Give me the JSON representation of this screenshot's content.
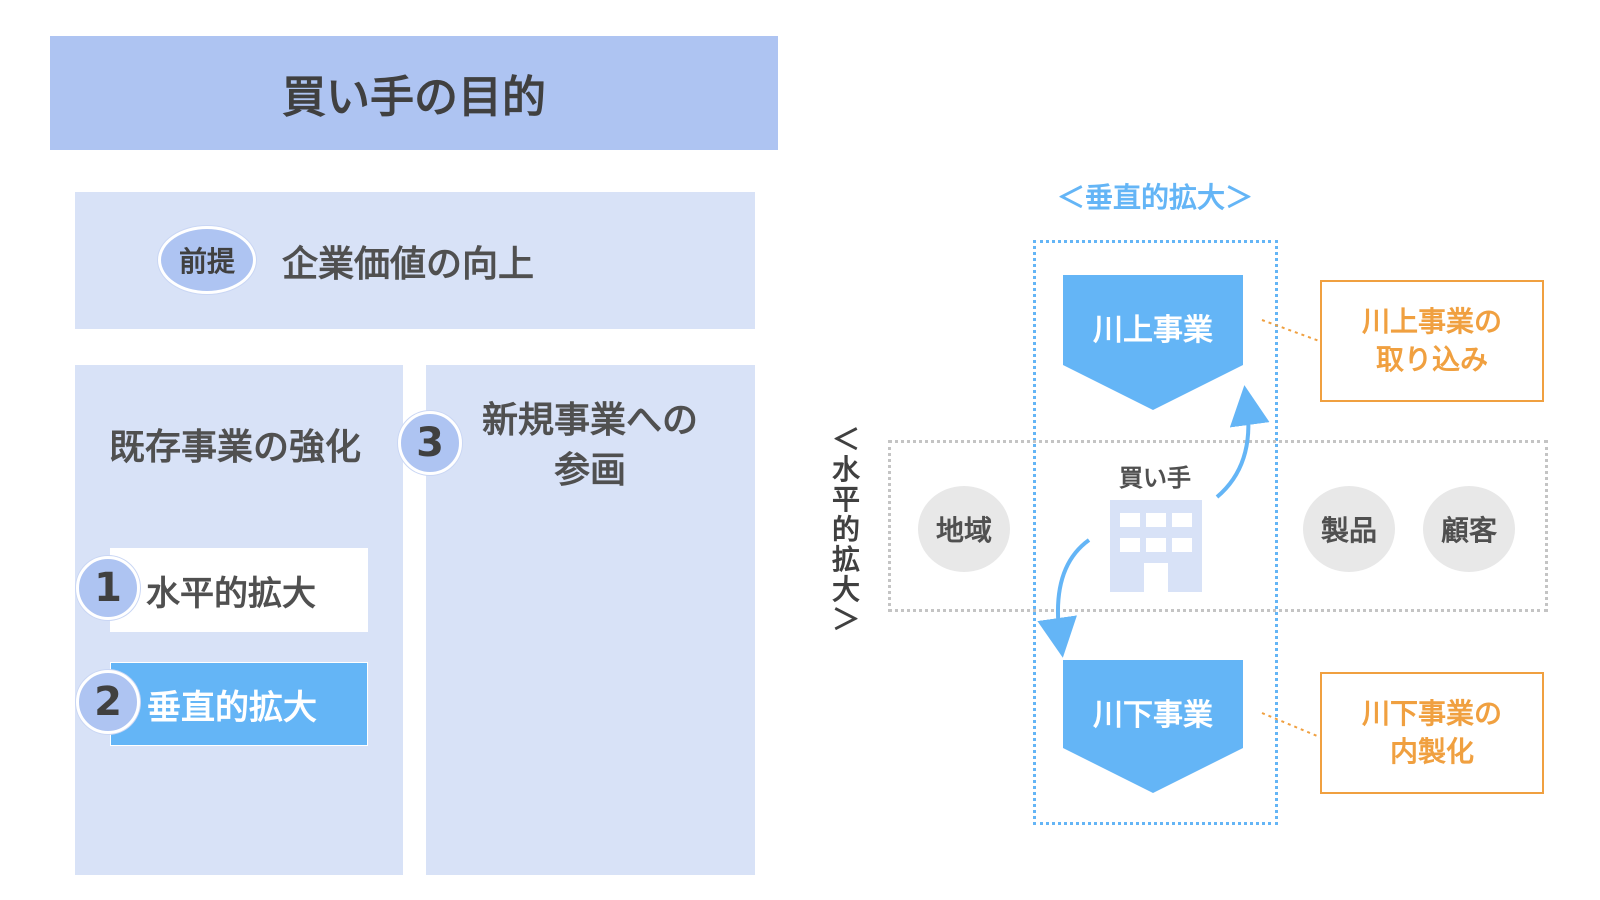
{
  "left_panel": {
    "title": "買い手の目的",
    "premise_badge": "前提",
    "premise_text": "企業価値の向上",
    "col_a_title": "既存事業の強化",
    "col_b_number": "3",
    "col_b_title": "新規事業への参画",
    "items": [
      {
        "number": "1",
        "label": "水平的拡大"
      },
      {
        "number": "2",
        "label": "垂直的拡大"
      }
    ]
  },
  "diagram": {
    "vertical_label": "＜垂直的拡大＞",
    "horizontal_label_chars": [
      "＜",
      "水",
      "平",
      "的",
      "拡",
      "大",
      "＞"
    ],
    "upstream": "川上事業",
    "downstream": "川下事業",
    "buyer": "買い手",
    "left_circle": "地域",
    "right_circles": [
      "製品",
      "顧客"
    ],
    "upstream_note_lines": [
      "川上事業の",
      "取り込み"
    ],
    "downstream_note_lines": [
      "川下事業の",
      "内製化"
    ],
    "colors": {
      "blue": "#64b5f6",
      "light_blue_fill": "#d8e2f7",
      "title_fill": "#aec4f2",
      "orange": "#f0a040",
      "grey_circle": "#e8e8e8"
    }
  }
}
